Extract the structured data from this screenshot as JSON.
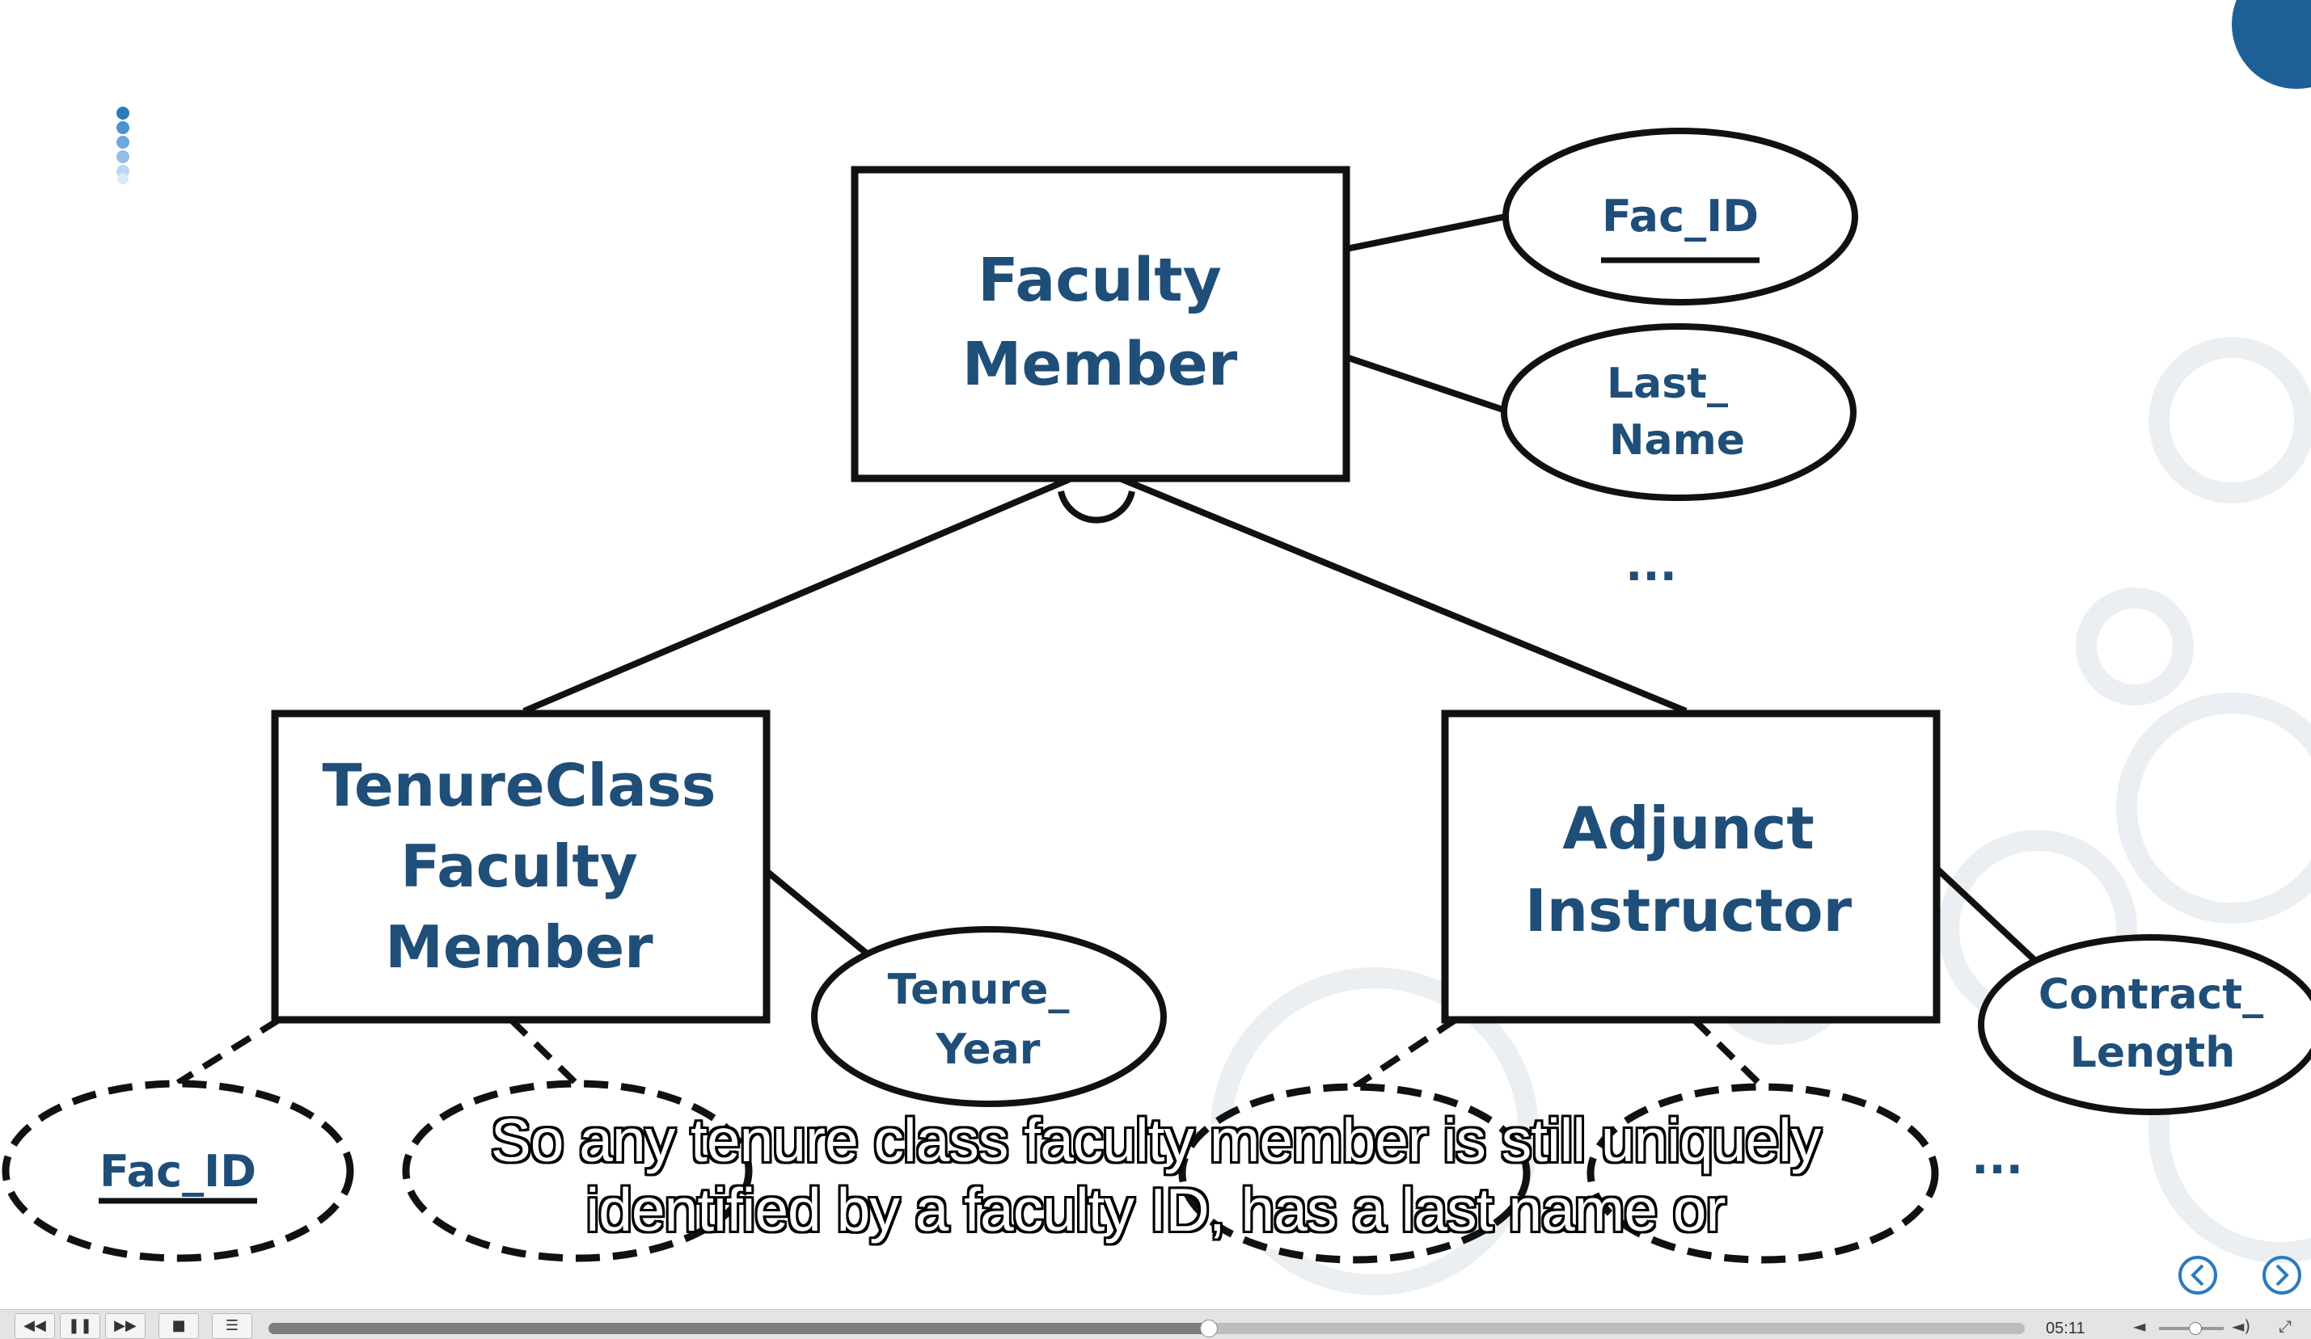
{
  "diagram": {
    "superclass": {
      "line1": "Faculty",
      "line2": "Member"
    },
    "superclass_attributes": {
      "key": "Fac_ID",
      "last_name": {
        "line1": "Last_",
        "line2": "Name"
      },
      "more": "..."
    },
    "subclass_left": {
      "line1": "TenureClass",
      "line2": "Faculty",
      "line3": "Member"
    },
    "subclass_left_attributes": {
      "inherited_key": "Fac_ID",
      "tenure_year": {
        "line1": "Tenure_",
        "line2": "Year"
      }
    },
    "subclass_right": {
      "line1": "Adjunct",
      "line2": "Instructor"
    },
    "subclass_right_attributes": {
      "contract_length": {
        "line1": "Contract_",
        "line2": "Length"
      },
      "more": "..."
    }
  },
  "caption": {
    "line1": "So any tenure class faculty member is still uniquely",
    "line2": "identified by a faculty ID, has a last name or"
  },
  "player": {
    "time": "05:11",
    "progress": 0.535,
    "volume": 0.55,
    "icons": [
      "rewind-icon",
      "pause-icon",
      "fast-forward-icon",
      "stop-icon",
      "playlist-icon",
      "volume-mute-icon",
      "volume-max-icon",
      "fullscreen-icon"
    ]
  },
  "colors": {
    "entity_text": "#1f4e79",
    "outline": "#111111",
    "accent": "#1e6aa8"
  }
}
